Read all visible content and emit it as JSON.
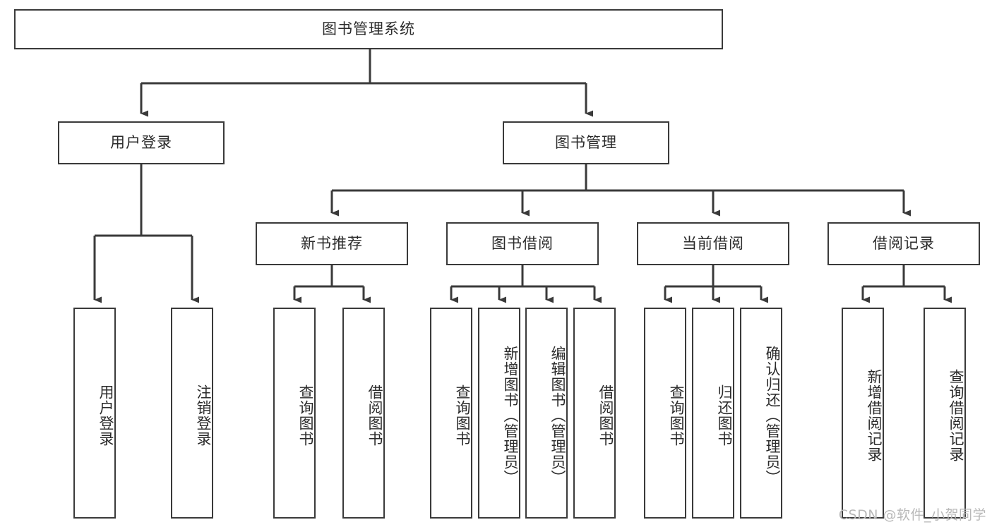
{
  "diagram": {
    "title": "图书管理系统",
    "type": "tree",
    "watermark": "CSDN @软件_小贺同学",
    "nodes": {
      "root": {
        "label": "图书管理系统"
      },
      "level2": [
        {
          "id": "user-login",
          "label": "用户登录"
        },
        {
          "id": "book-manage",
          "label": "图书管理"
        }
      ],
      "level3": [
        {
          "id": "new-book-recommend",
          "label": "新书推荐"
        },
        {
          "id": "book-borrow",
          "label": "图书借阅"
        },
        {
          "id": "current-borrow",
          "label": "当前借阅"
        },
        {
          "id": "borrow-record",
          "label": "借阅记录"
        }
      ],
      "leaves": {
        "user_login": [
          {
            "id": "leaf-user-login",
            "label": "用户登录"
          },
          {
            "id": "leaf-logout-login",
            "label": "注销登录"
          }
        ],
        "new_book_recommend": [
          {
            "id": "leaf-query-book-1",
            "label": "查询图书"
          },
          {
            "id": "leaf-borrow-book-1",
            "label": "借阅图书"
          }
        ],
        "book_borrow": [
          {
            "id": "leaf-query-book-2",
            "label": "查询图书"
          },
          {
            "id": "leaf-add-book",
            "label": "新增图书（管理员）"
          },
          {
            "id": "leaf-edit-book",
            "label": "编辑图书（管理员）"
          },
          {
            "id": "leaf-borrow-book-2",
            "label": "借阅图书"
          }
        ],
        "current_borrow": [
          {
            "id": "leaf-query-book-3",
            "label": "查询图书"
          },
          {
            "id": "leaf-return-book",
            "label": "归还图书"
          },
          {
            "id": "leaf-confirm-return",
            "label": "确认归还（管理员）"
          }
        ],
        "borrow_record": [
          {
            "id": "leaf-add-borrow-record",
            "label": "新增借阅记录"
          },
          {
            "id": "leaf-query-borrow-record",
            "label": "查询借阅记录"
          }
        ]
      }
    },
    "colors": {
      "stroke": "#3a3a3a",
      "fill": "#ffffff",
      "text": "#2b2b2b",
      "watermark": "#b8b8b8"
    }
  }
}
